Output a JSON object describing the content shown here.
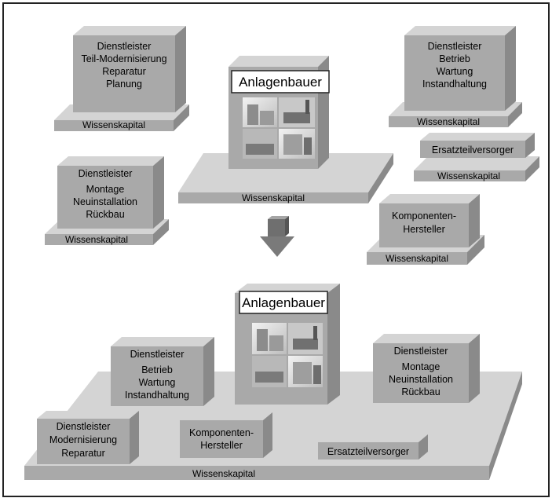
{
  "top": {
    "dl_teil": {
      "lines": [
        "Dienstleister",
        "Teil-Modernisierung",
        "Reparatur",
        "Planung"
      ],
      "base": "Wissenskapital"
    },
    "dl_betrieb": {
      "lines": [
        "Dienstleister",
        "Betrieb",
        "Wartung",
        "Instandhaltung"
      ],
      "base": "Wissenskapital"
    },
    "anlagenbauer": {
      "title": "Anlagenbauer",
      "base": "Wissenskapital"
    },
    "ersatzteil": {
      "lines": [
        "Ersatzteilversorger"
      ],
      "base": "Wissenskapital"
    },
    "dl_montage": {
      "lines": [
        "Dienstleister",
        "Montage",
        "Neuinstallation",
        "Rückbau"
      ],
      "base": "Wissenskapital"
    },
    "komponenten": {
      "lines": [
        "Komponenten-",
        "Hersteller"
      ],
      "base": "Wissenskapital"
    }
  },
  "bottom": {
    "anlagenbauer": {
      "title": "Anlagenbauer"
    },
    "dl_betrieb": {
      "lines": [
        "Dienstleister",
        "Betrieb",
        "Wartung",
        "Instandhaltung"
      ]
    },
    "dl_montage": {
      "lines": [
        "Dienstleister",
        "Montage",
        "Neuinstallation",
        "Rückbau"
      ]
    },
    "dl_modern": {
      "lines": [
        "Dienstleister",
        "Modernisierung",
        "Reparatur"
      ]
    },
    "komponenten": {
      "lines": [
        "Komponenten-",
        "Hersteller"
      ]
    },
    "ersatzteil": {
      "lines": [
        "Ersatzteilversorger"
      ]
    },
    "base": "Wissenskapital"
  },
  "colors": {
    "front": "#a9a9a9",
    "top": "#d4d4d4",
    "side": "#8a8a8a",
    "arrow": "#7a7a7a",
    "photo_bg": "#e6e6e6"
  }
}
